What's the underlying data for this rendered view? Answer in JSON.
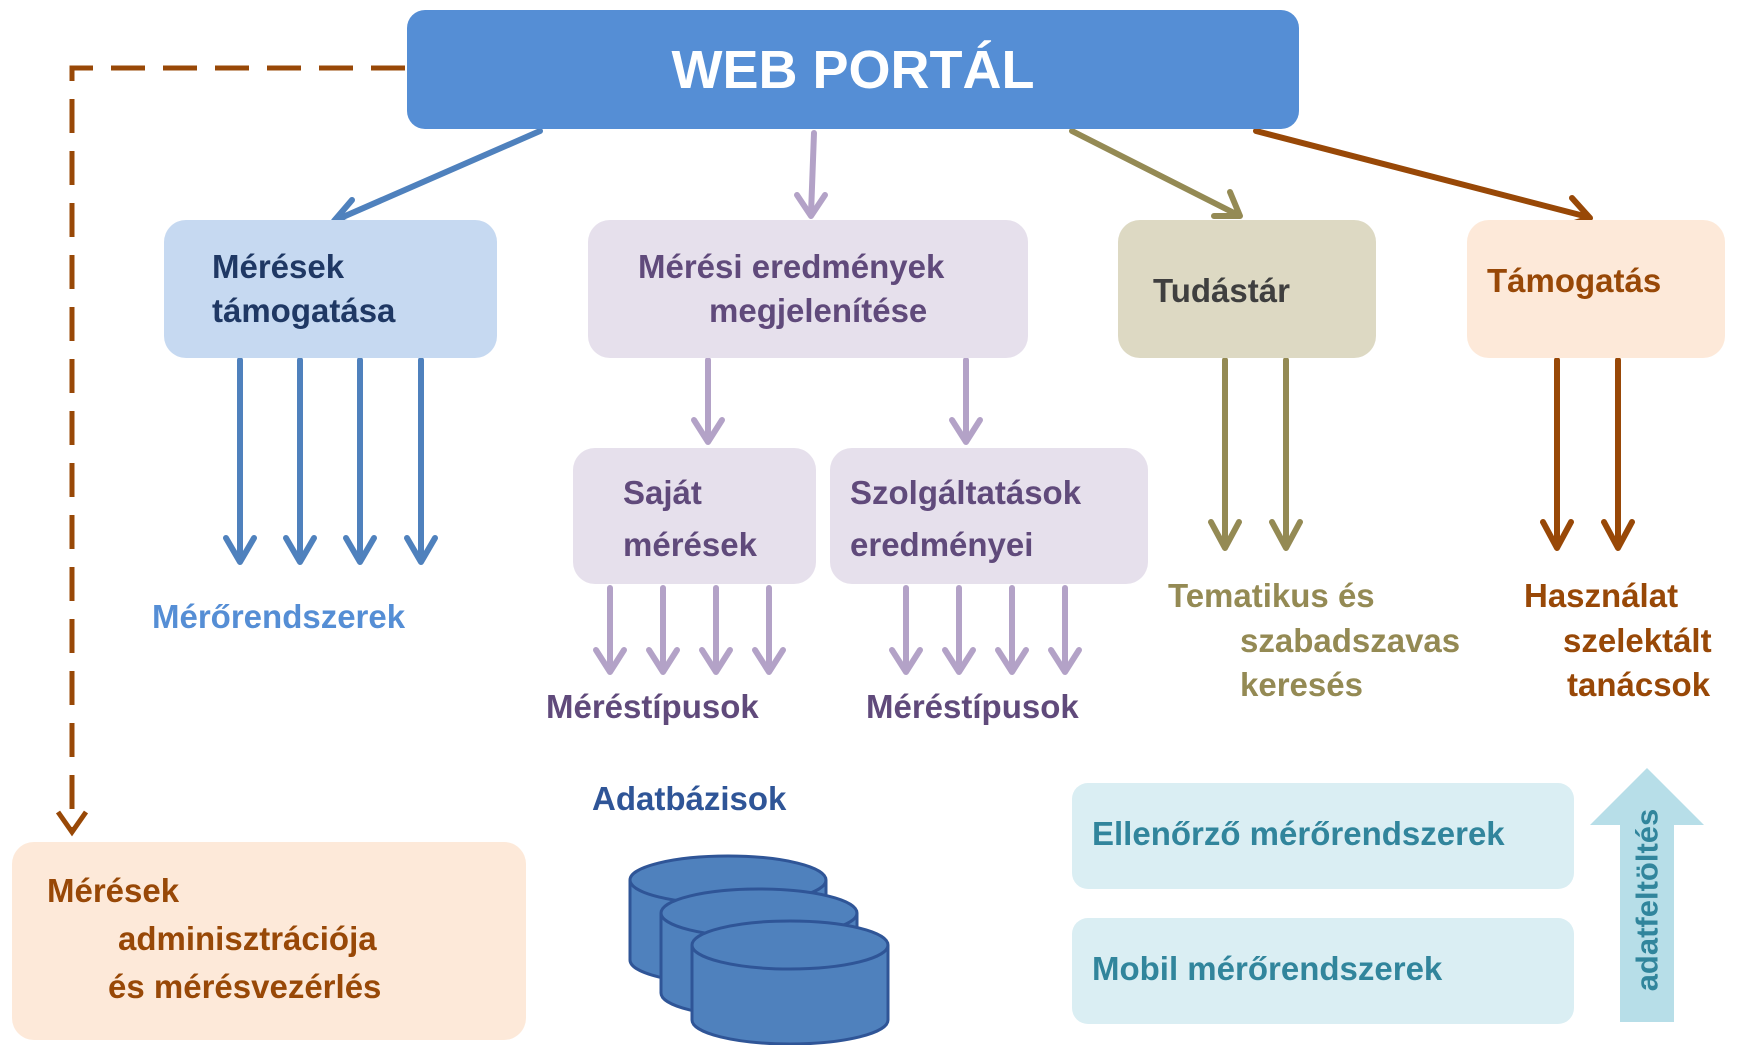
{
  "portal": {
    "title": "WEB PORTÁL"
  },
  "branches": {
    "meresek_tamogatasa": {
      "title_line1": "Mérések",
      "title_line2": "támogatása",
      "output": "Mérőrendszerek"
    },
    "meresi_eredmenyek": {
      "title_line1": "Mérési eredmények",
      "title_line2": "megjelenítése",
      "sajat": {
        "line1": "Saját",
        "line2": "mérések",
        "output": "Méréstípusok"
      },
      "szolgaltatasok": {
        "line1": "Szolgáltatások",
        "line2": "eredményei",
        "output": "Méréstípusok"
      }
    },
    "tudastar": {
      "title": "Tudástár",
      "output_line1": "Tematikus és",
      "output_line2": "szabadszavas",
      "output_line3": "keresés"
    },
    "tamogatas": {
      "title": "Támogatás",
      "output_line1": "Használat",
      "output_line2": "szelektált",
      "output_line3": "tanácsok"
    }
  },
  "admin": {
    "line1": "Mérések",
    "line2": "adminisztrációja",
    "line3": "és mérésvezérlés"
  },
  "databases": {
    "label": "Adatbázisok"
  },
  "systems": {
    "ellenorzo": "Ellenőrző mérőrendszerek",
    "mobil": "Mobil mérőrendszerek",
    "upload": "adatfeltöltés"
  },
  "colors": {
    "portal": "#558ED5",
    "blue_dark": "#4F81BD",
    "blue_light_box": "#C6D9F1",
    "purple_arrow": "#B3A2C7",
    "purple_box": "#E6E0EC",
    "purple_text": "#604A7B",
    "olive_arrow": "#948A54",
    "olive_box": "#DDD9C3",
    "brown": "#984807",
    "orange_box": "#FDE9D9",
    "teal_box": "#DAEEF3",
    "teal_text": "#31859C",
    "teal_arrow": "#B7DEE8",
    "navy_text": "#1F3864"
  }
}
